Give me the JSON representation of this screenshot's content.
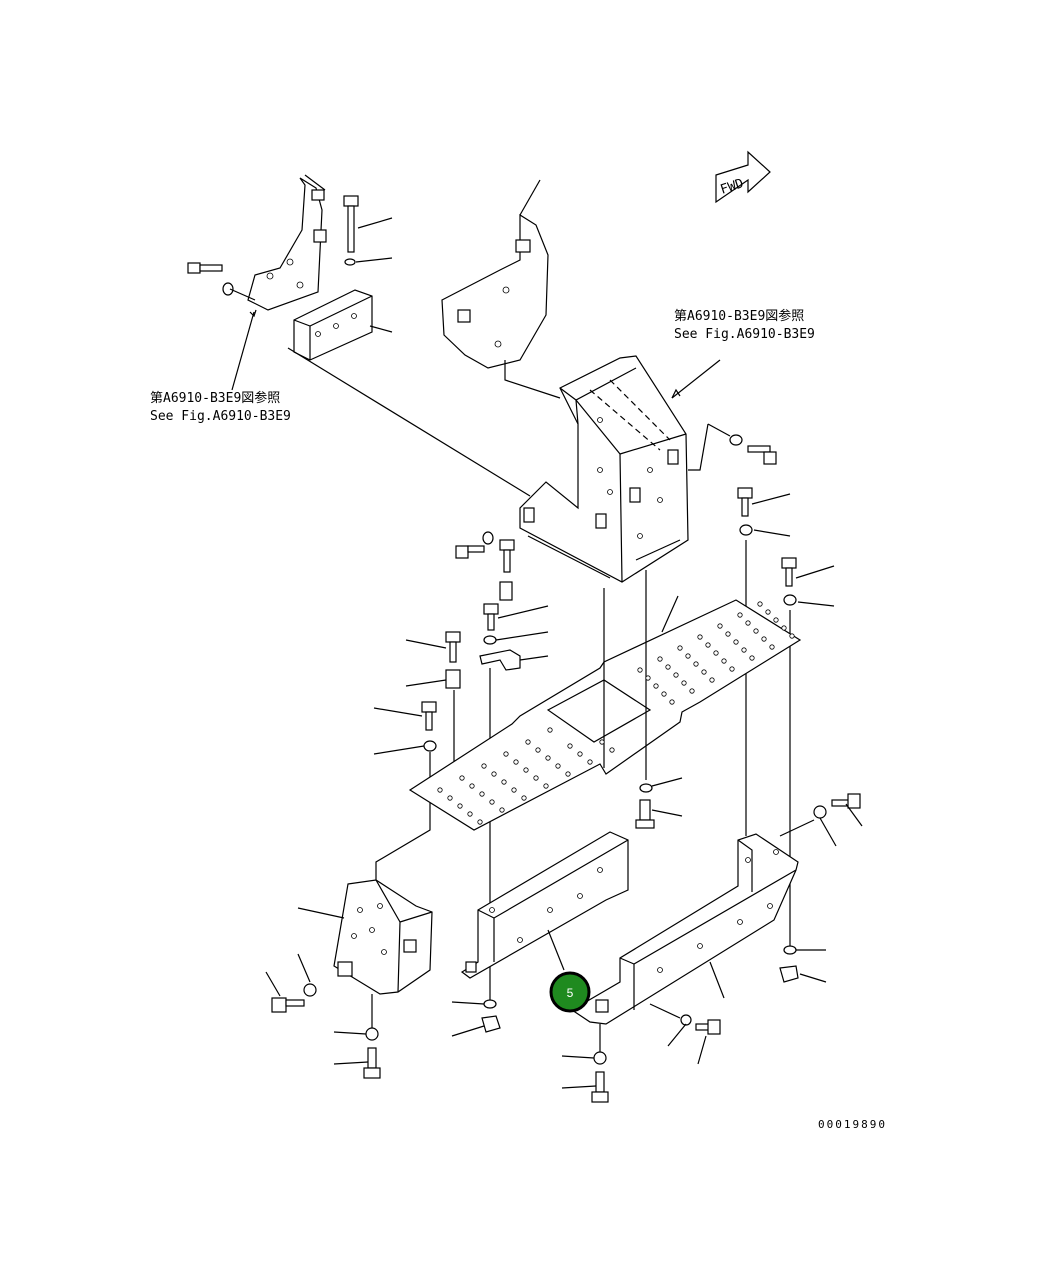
{
  "annotations": {
    "forward_label": "FWD",
    "ref_left_jp": "第A6910-B3E9図参照",
    "ref_left_en": "See Fig.A6910-B3E9",
    "ref_right_jp": "第A6910-B3E9図参照",
    "ref_right_en": "See Fig.A6910-B3E9",
    "drawing_number": "00019890"
  },
  "callouts": [
    {
      "label": "5",
      "color": "#1f8a1f"
    }
  ]
}
